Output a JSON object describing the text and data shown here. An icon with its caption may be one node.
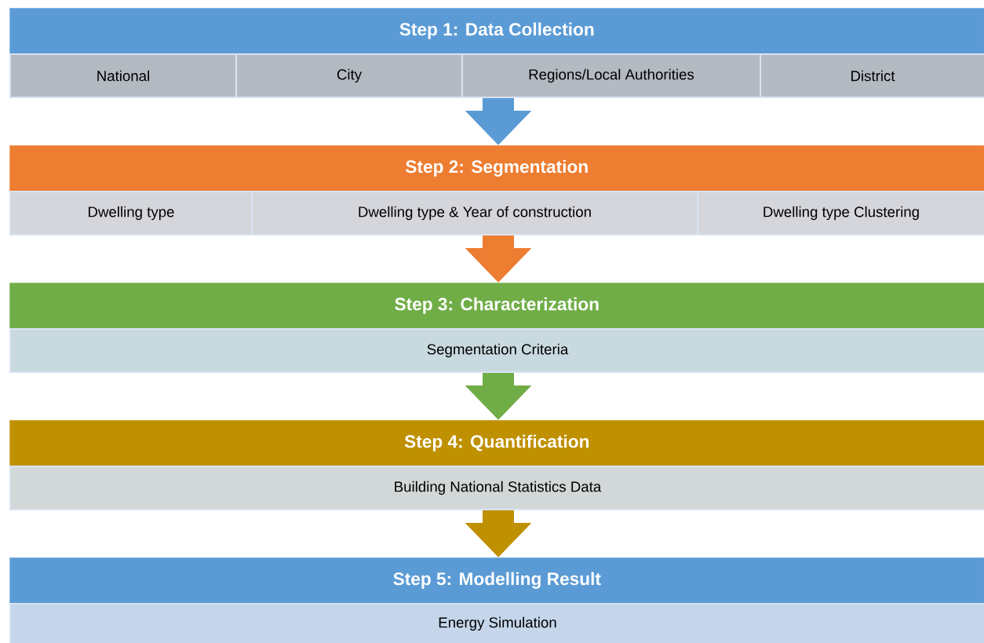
{
  "diagram": {
    "nodes": [
      {
        "text": [
          "Step 1: Data Collection"
        ]
      },
      {
        "text": [
          "National"
        ]
      },
      {
        "text": [
          "City"
        ]
      },
      {
        "text": [
          "Regions/Local Authorities"
        ]
      },
      {
        "text": [
          "District"
        ]
      },
      {
        "text": [
          "Step 2: Segmentation"
        ]
      },
      {
        "text": [
          "Dwelling type"
        ]
      },
      {
        "text": [
          "Dwelling type & Year of construction"
        ]
      },
      {
        "text": [
          "Dwelling type Clustering"
        ]
      },
      {
        "text": [
          "Step 3: Characterization"
        ]
      },
      {
        "text": [
          "Segmentation Criteria"
        ]
      },
      {
        "text": [
          "Step 4: Quantification"
        ]
      },
      {
        "text": [
          "Building National Statistics Data"
        ]
      },
      {
        "text": [
          "Step 5: Modelling Result"
        ]
      },
      {
        "text": [
          "Energy Simulation"
        ]
      }
    ],
    "edges": [
      {
        "from": 3,
        "to": 5,
        "arrow": "to",
        "color": "#5b9bd5"
      },
      {
        "from": 7,
        "to": 9,
        "arrow": "to",
        "color": "#ed7d31"
      },
      {
        "from": 10,
        "to": 11,
        "arrow": "to",
        "color": "#70ad47"
      },
      {
        "from": 12,
        "to": 13,
        "arrow": "to",
        "color": "#bf9000"
      }
    ]
  }
}
